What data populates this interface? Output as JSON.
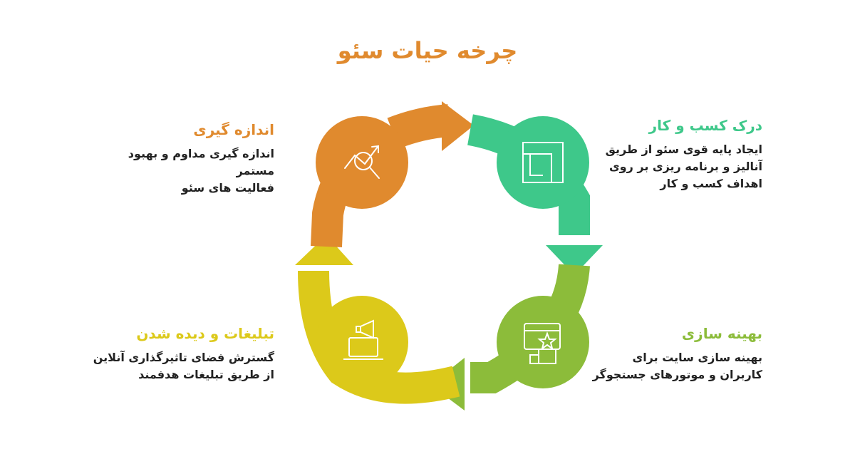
{
  "title": "چرخه حیات سئو",
  "colors": {
    "orange": "#e08a2e",
    "green": "#3ec88a",
    "lime": "#8cbc3a",
    "yellow": "#dcc91a"
  },
  "stages": {
    "business": {
      "heading": "درک کسب و کار",
      "desc": [
        "ایجاد پایه قوی سئو از طریق",
        "آنالیز و برنامه ریزی بر روی",
        "اهداف کسب و کار"
      ],
      "icon": "floor-plan-icon"
    },
    "optimization": {
      "heading": "بهینه سازی",
      "desc": [
        "بهینه سازی سایت برای",
        "کاربران و موتورهای جستجوگر"
      ],
      "icon": "ranking-podium-icon"
    },
    "advertising": {
      "heading": "تبلیغات و دیده شدن",
      "desc": [
        "گسترش فضای تاثیرگذاری آنلاین",
        "از طریق تبلیغات هدفمند"
      ],
      "icon": "laptop-megaphone-icon"
    },
    "measurement": {
      "heading": "اندازه گیری",
      "desc": [
        "اندازه گیری مداوم و بهبود مستمر",
        "فعالیت های سئو"
      ],
      "icon": "analytics-magnifier-icon"
    }
  }
}
